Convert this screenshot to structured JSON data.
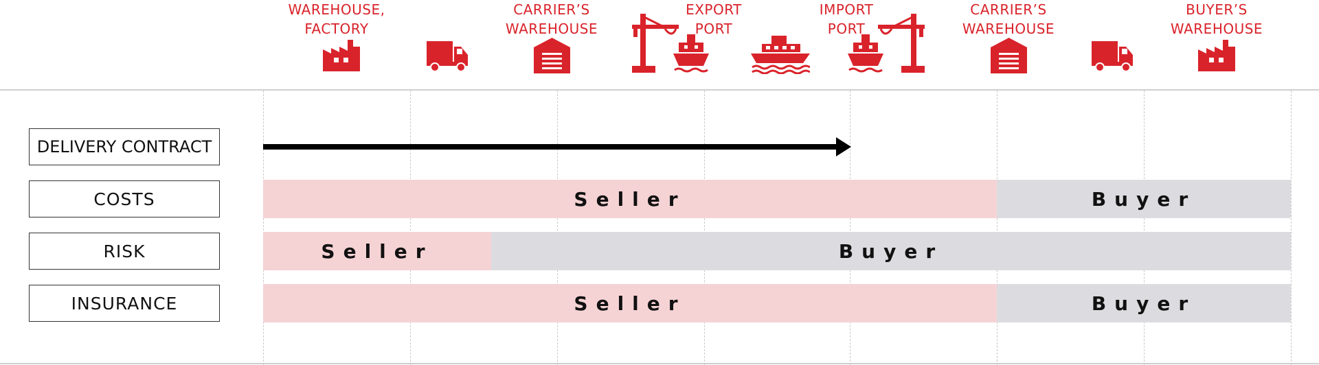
{
  "header": {
    "stations": [
      {
        "label": "WAREHOUSE,\nFACTORY",
        "icon": "factory-icon"
      },
      {
        "label": "CARRIER’S\nWAREHOUSE",
        "icon": "warehouse-icon"
      },
      {
        "label": "EXPORT\nPORT",
        "icon": "ship-icon"
      },
      {
        "label": "IMPORT\nPORT",
        "icon": "ship-icon"
      },
      {
        "label": "CARRIER’S\nWAREHOUSE",
        "icon": "warehouse-icon"
      },
      {
        "label": "BUYER’S\nWAREHOUSE",
        "icon": "factory-icon"
      }
    ],
    "transport_icons": [
      "truck-icon",
      "crane-icon",
      "ferry-icon",
      "crane-icon",
      "truck-icon"
    ]
  },
  "rows": [
    {
      "label": "DELIVERY CONTRACT",
      "arrow_to_station": "IMPORT PORT"
    },
    {
      "label": "COSTS",
      "seller": "Seller",
      "buyer": "Buyer",
      "split_at_station": "CARRIER’S WAREHOUSE (destination)"
    },
    {
      "label": "RISK",
      "seller": "Seller",
      "buyer": "Buyer",
      "split_at_station": "after first carriage"
    },
    {
      "label": "INSURANCE",
      "seller": "Seller",
      "buyer": "Buyer",
      "split_at_station": "CARRIER’S WAREHOUSE (destination)"
    }
  ],
  "colors": {
    "accent": "#d9232b",
    "seller": "#f5d3d5",
    "buyer": "#dcdce0",
    "arrow": "#000000"
  }
}
